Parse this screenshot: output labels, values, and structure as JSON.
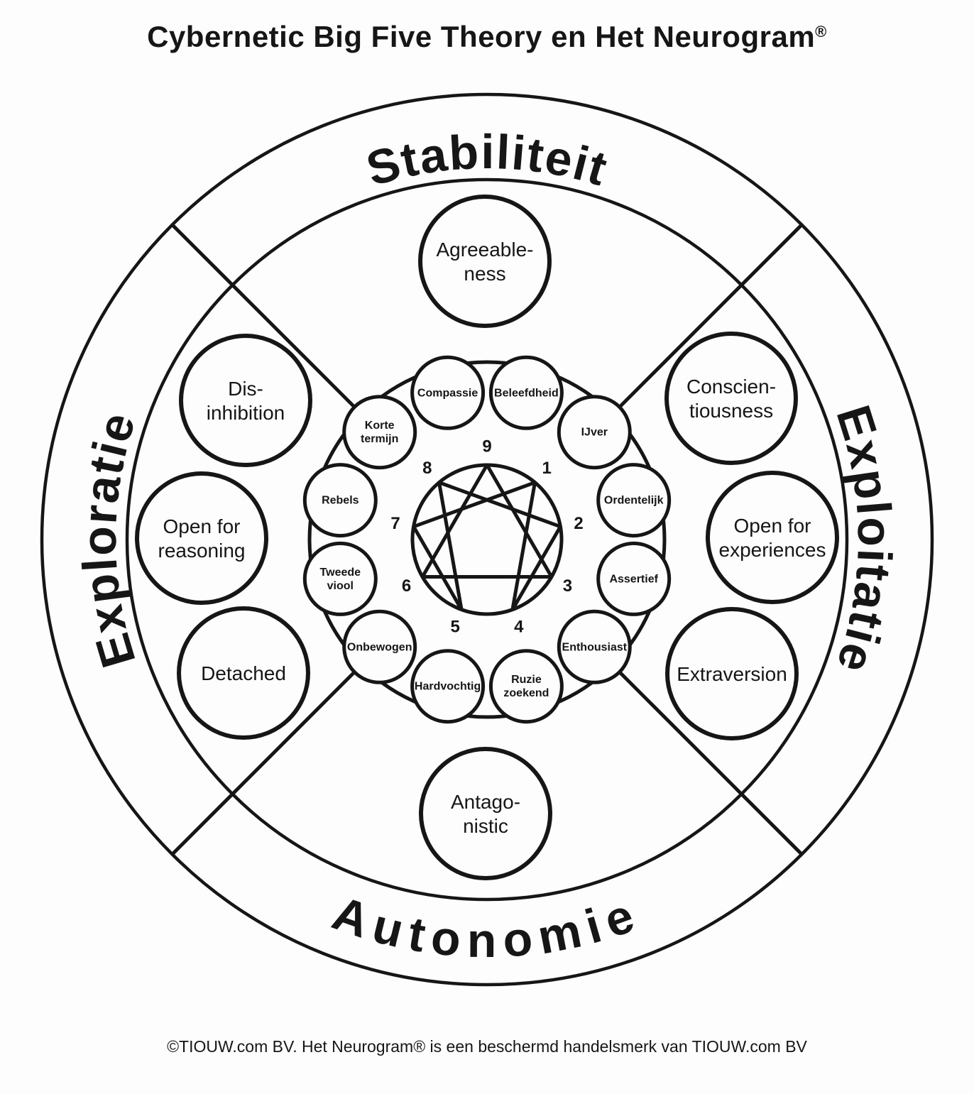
{
  "title": {
    "text": "Cybernetic Big Five Theory en Het Neurogram",
    "reg": "®"
  },
  "band_labels": {
    "top": "Stabiliteit",
    "right": "Exploitatie",
    "bottom": "Autonomie",
    "left": "Exploratie"
  },
  "domains": [
    {
      "id": "agreeableness",
      "lines": [
        "Agreeable-",
        "ness"
      ]
    },
    {
      "id": "conscientiousness",
      "lines": [
        "Conscien-",
        "tiousness"
      ]
    },
    {
      "id": "open-for-experiences",
      "lines": [
        "Open for",
        "experiences"
      ]
    },
    {
      "id": "extraversion",
      "lines": [
        "Extraversion"
      ]
    },
    {
      "id": "antagonistic",
      "lines": [
        "Antago-",
        "nistic"
      ]
    },
    {
      "id": "detached",
      "lines": [
        "Detached"
      ]
    },
    {
      "id": "open-for-reasoning",
      "lines": [
        "Open for",
        "reasoning"
      ]
    },
    {
      "id": "disinhibition",
      "lines": [
        "Dis-",
        "inhibition"
      ]
    }
  ],
  "facets": [
    {
      "id": "beleefdheid",
      "lines": [
        "Beleefdheid"
      ]
    },
    {
      "id": "ijver",
      "lines": [
        "IJver"
      ]
    },
    {
      "id": "ordentelijk",
      "lines": [
        "Ordentelijk"
      ]
    },
    {
      "id": "assertief",
      "lines": [
        "Assertief"
      ]
    },
    {
      "id": "enthousiast",
      "lines": [
        "Enthousiast"
      ]
    },
    {
      "id": "ruzie-zoekend",
      "lines": [
        "Ruzie",
        "zoekend"
      ]
    },
    {
      "id": "hardvochtig",
      "lines": [
        "Hardvochtig"
      ]
    },
    {
      "id": "onbewogen",
      "lines": [
        "Onbewogen"
      ]
    },
    {
      "id": "tweede-viool",
      "lines": [
        "Tweede",
        "viool"
      ]
    },
    {
      "id": "rebels",
      "lines": [
        "Rebels"
      ]
    },
    {
      "id": "korte-termijn",
      "lines": [
        "Korte",
        "termijn"
      ]
    },
    {
      "id": "compassie",
      "lines": [
        "Compassie"
      ]
    }
  ],
  "enneagram": {
    "numbers": [
      "9",
      "1",
      "2",
      "3",
      "4",
      "5",
      "6",
      "7",
      "8"
    ]
  },
  "footer": "©TIOUW.com BV. Het Neurogram® is een beschermd handelsmerk van TIOUW.com BV",
  "colors": {
    "ink": "#161616",
    "background": "#fdfdfd"
  }
}
